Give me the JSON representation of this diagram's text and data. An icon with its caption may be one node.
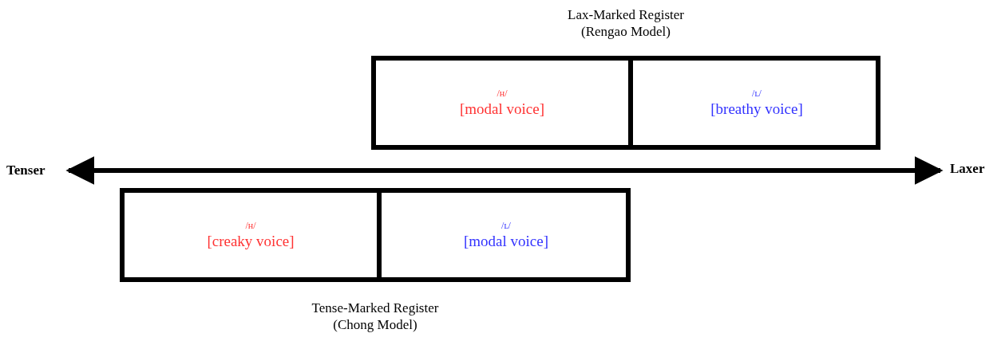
{
  "diagram": {
    "nodes": [
      {
        "text": [
          "Lax-Marked Register (Rengao Model)"
        ]
      },
      {
        "text": [
          "/ʜ/",
          "[modal voice]"
        ],
        "in": 0
      },
      {
        "text": [
          "/ʟ/",
          "[breathy voice]"
        ],
        "in": 0
      },
      {
        "text": [
          "Tenser"
        ]
      },
      {
        "text": [
          "Laxer"
        ]
      },
      {
        "text": [
          "Tense-Marked Register (Chong Model)"
        ]
      },
      {
        "text": [
          "/ʜ/",
          "[creaky voice]"
        ],
        "in": 5
      },
      {
        "text": [
          "/ʟ/",
          "[modal voice]"
        ],
        "in": 5
      }
    ],
    "edges": [
      {
        "from": 3,
        "to": 4,
        "arrow": "both"
      }
    ]
  }
}
